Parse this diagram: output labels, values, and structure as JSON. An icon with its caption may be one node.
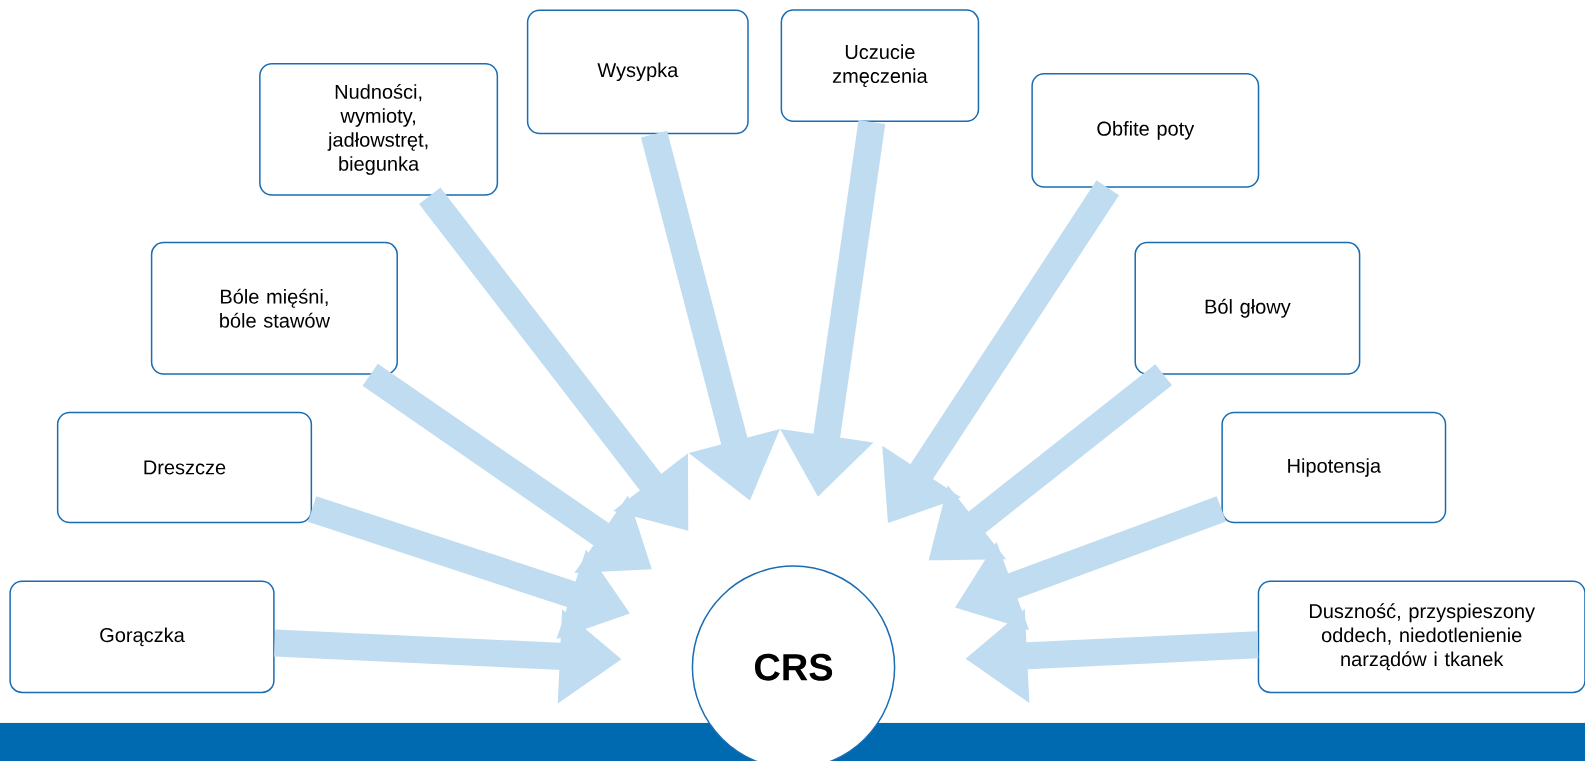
{
  "diagram": {
    "nodes": [
      {
        "text": [
          "Wysypka"
        ]
      },
      {
        "text": [
          "Uczucie zmęczenia"
        ]
      },
      {
        "text": [
          "Nudności, wymioty, jadłowstręt, biegunka"
        ]
      },
      {
        "text": [
          "Obfite poty"
        ]
      },
      {
        "text": [
          "Bóle mięśni, bóle stawów"
        ]
      },
      {
        "text": [
          "Ból głowy"
        ]
      },
      {
        "text": [
          "Dreszcze"
        ]
      },
      {
        "text": [
          "Hipotensja"
        ]
      },
      {
        "text": [
          "Gorączka"
        ]
      },
      {
        "text": [
          "CRS"
        ]
      },
      {
        "text": [
          "Duszność, przyspieszony oddech, niedotlenienie narządów i tkanek"
        ]
      }
    ],
    "edges": [
      {
        "from": 0,
        "to": 9,
        "arrow": "to"
      },
      {
        "from": 1,
        "to": 9,
        "arrow": "to"
      },
      {
        "from": 2,
        "to": 9,
        "arrow": "to"
      },
      {
        "from": 3,
        "to": 9,
        "arrow": "to"
      },
      {
        "from": 4,
        "to": 9,
        "arrow": "to"
      },
      {
        "from": 5,
        "to": 9,
        "arrow": "to"
      },
      {
        "from": 6,
        "to": 9,
        "arrow": "to"
      },
      {
        "from": 7,
        "to": 9,
        "arrow": "to"
      },
      {
        "from": 8,
        "to": 9,
        "arrow": "to"
      },
      {
        "from": 10,
        "to": 9,
        "arrow": "to"
      }
    ]
  }
}
